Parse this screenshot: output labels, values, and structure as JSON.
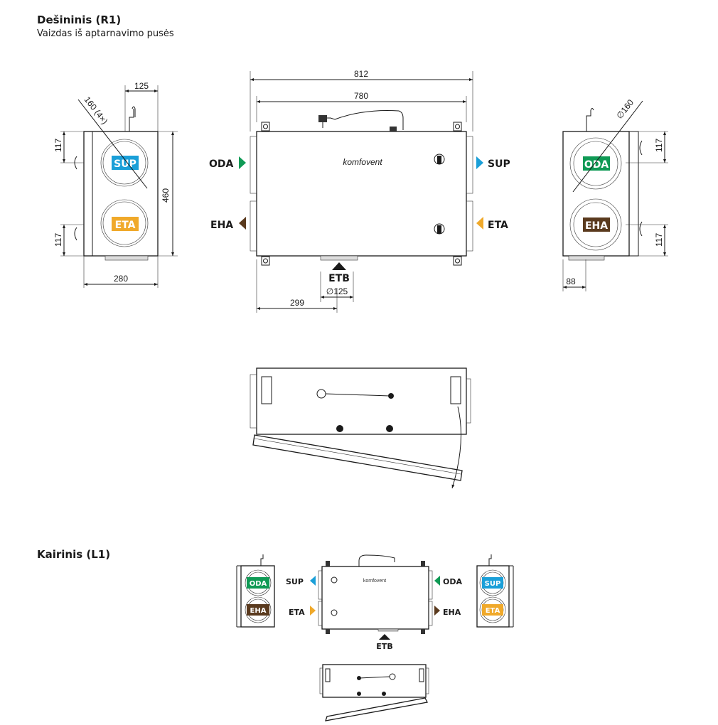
{
  "right_section": {
    "title": "Dešininis (R1)",
    "subtitle": "Vaizdas iš aptarnavimo pusės",
    "side_view_left": {
      "dims": {
        "top_offset": "125",
        "diameter_note": "160 (4×)",
        "upper_offset": "117",
        "lower_offset": "117",
        "height": "460",
        "width": "280"
      },
      "badges": {
        "upper": "SUP",
        "lower": "ETA"
      }
    },
    "front_view": {
      "dims": {
        "overall": "812",
        "body": "780",
        "drain_offset": "299",
        "drain_diameter": "∅125"
      },
      "brand": "komfovent",
      "flows": {
        "left_upper": "ODA",
        "left_lower": "EHA",
        "right_upper": "SUP",
        "right_lower": "ETA",
        "bottom": "ETB"
      }
    },
    "side_view_right": {
      "dims": {
        "diameter": "∅160",
        "upper_offset": "117",
        "lower_offset": "117",
        "drain_offset": "88"
      },
      "badges": {
        "upper": "ODA",
        "lower": "EHA"
      }
    }
  },
  "left_section": {
    "title": "Kairinis (L1)",
    "side_view_left": {
      "badges": {
        "upper": "ODA",
        "lower": "EHA"
      }
    },
    "front_view": {
      "brand": "komfovent",
      "flows": {
        "left_upper": "SUP",
        "left_lower": "ETA",
        "right_upper": "ODA",
        "right_lower": "EHA",
        "bottom": "ETB"
      }
    },
    "side_view_right": {
      "badges": {
        "upper": "SUP",
        "lower": "ETA"
      }
    }
  },
  "colors": {
    "SUP": "#1a9fd8",
    "ETA": "#f0a92a",
    "ODA": "#0f9a55",
    "EHA": "#5a3a1e",
    "ETB": "#1a1a1a"
  }
}
